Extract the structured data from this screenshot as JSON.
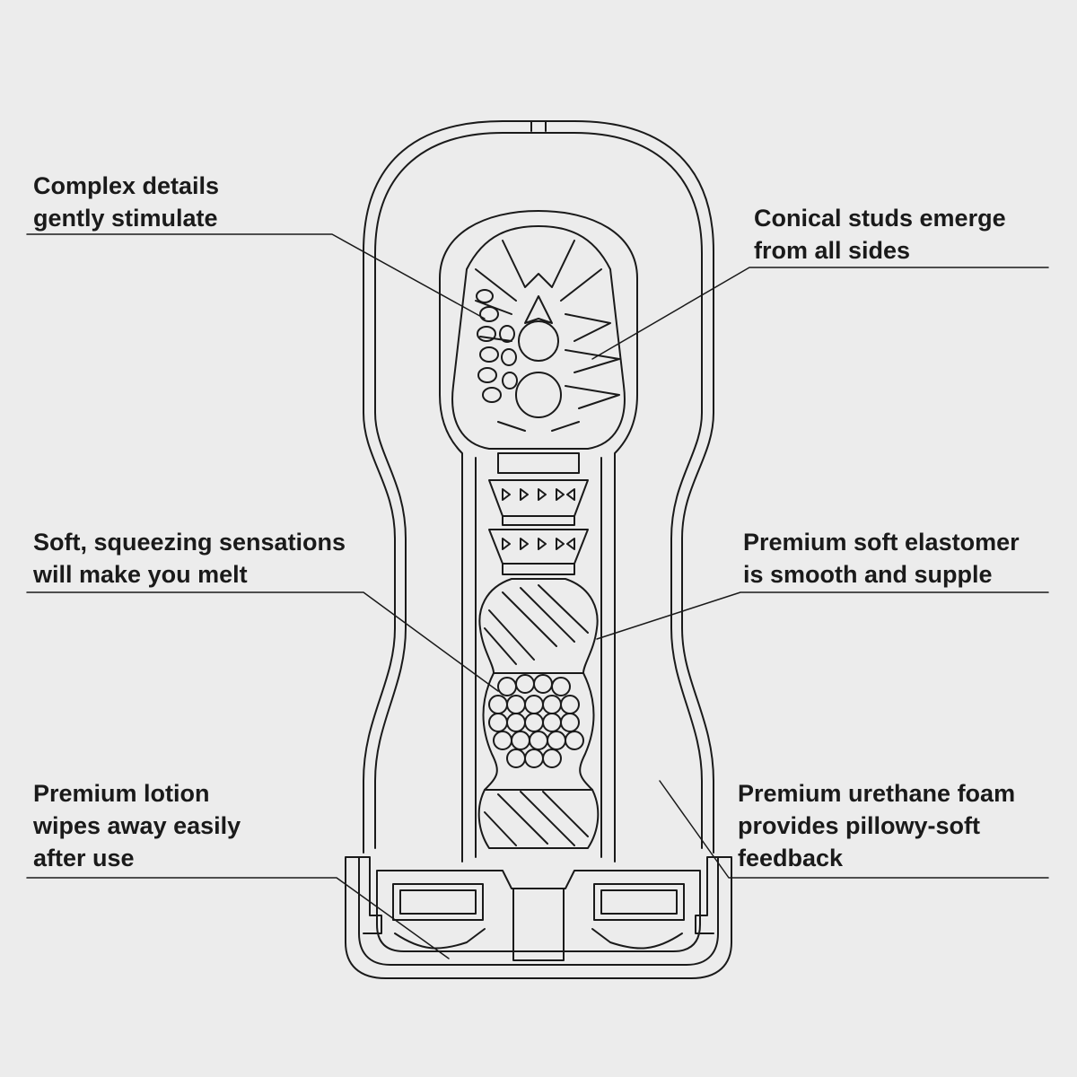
{
  "colors": {
    "background": "#ececec",
    "ink": "#1a1a1a"
  },
  "callouts": [
    {
      "id": "complex-details",
      "lines": [
        "Complex details",
        "gently stimulate"
      ]
    },
    {
      "id": "conical-studs",
      "lines": [
        "Conical studs emerge",
        "from all sides"
      ]
    },
    {
      "id": "soft-squeezing",
      "lines": [
        "Soft, squeezing sensations",
        "will make you melt"
      ]
    },
    {
      "id": "premium-elastomer",
      "lines": [
        "Premium soft elastomer",
        "is smooth and supple"
      ]
    },
    {
      "id": "premium-lotion",
      "lines": [
        "Premium lotion",
        "wipes away easily",
        "after use"
      ]
    },
    {
      "id": "urethane-foam",
      "lines": [
        "Premium urethane foam",
        "provides pillowy-soft",
        "feedback"
      ]
    }
  ]
}
